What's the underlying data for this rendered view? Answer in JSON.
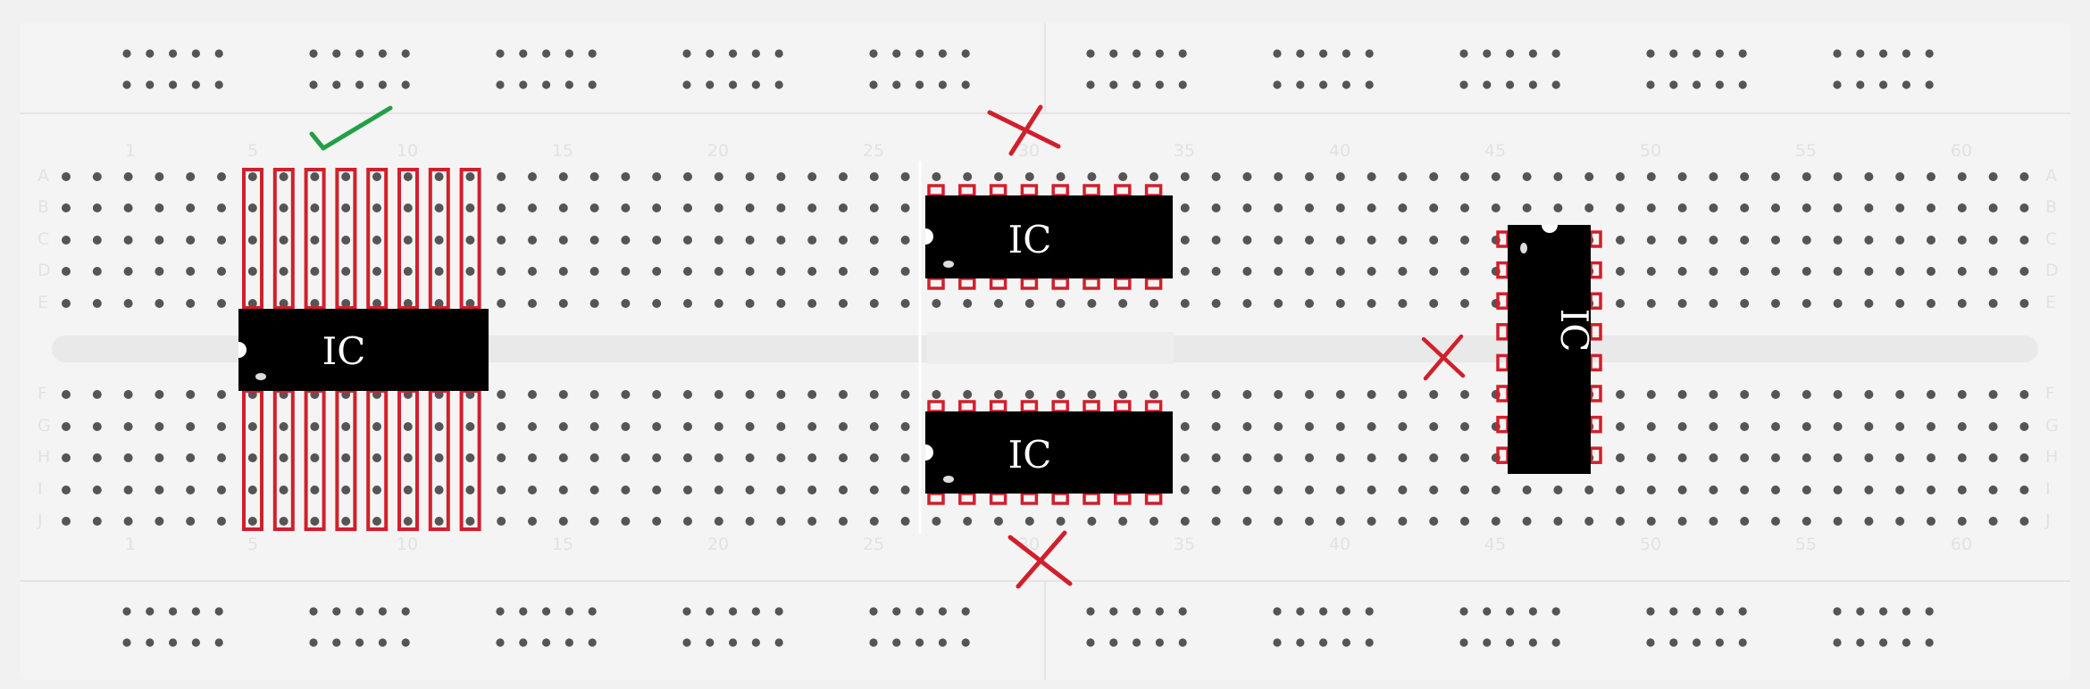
{
  "diagram": {
    "rows_top": [
      "A",
      "B",
      "C",
      "D",
      "E"
    ],
    "rows_bottom": [
      "F",
      "G",
      "H",
      "I",
      "J"
    ],
    "column_numbers": [
      "1",
      "5",
      "10",
      "15",
      "20",
      "25",
      "30",
      "35",
      "40",
      "45",
      "50",
      "55",
      "60"
    ],
    "chips": [
      {
        "label": "IC",
        "placement": "straddling the center channel",
        "verdict": "correct"
      },
      {
        "label": "IC",
        "placement": "top terminal block only",
        "verdict": "incorrect"
      },
      {
        "label": "IC",
        "placement": "bottom terminal block only",
        "verdict": "incorrect"
      },
      {
        "label": "IC",
        "placement": "rotated, pins shorted along one column strip",
        "verdict": "incorrect"
      }
    ],
    "colors": {
      "board": "#f4f4f4",
      "chip": "#000000",
      "hole": "#555555",
      "highlight": "#d0202c",
      "check": "#23a046"
    }
  }
}
